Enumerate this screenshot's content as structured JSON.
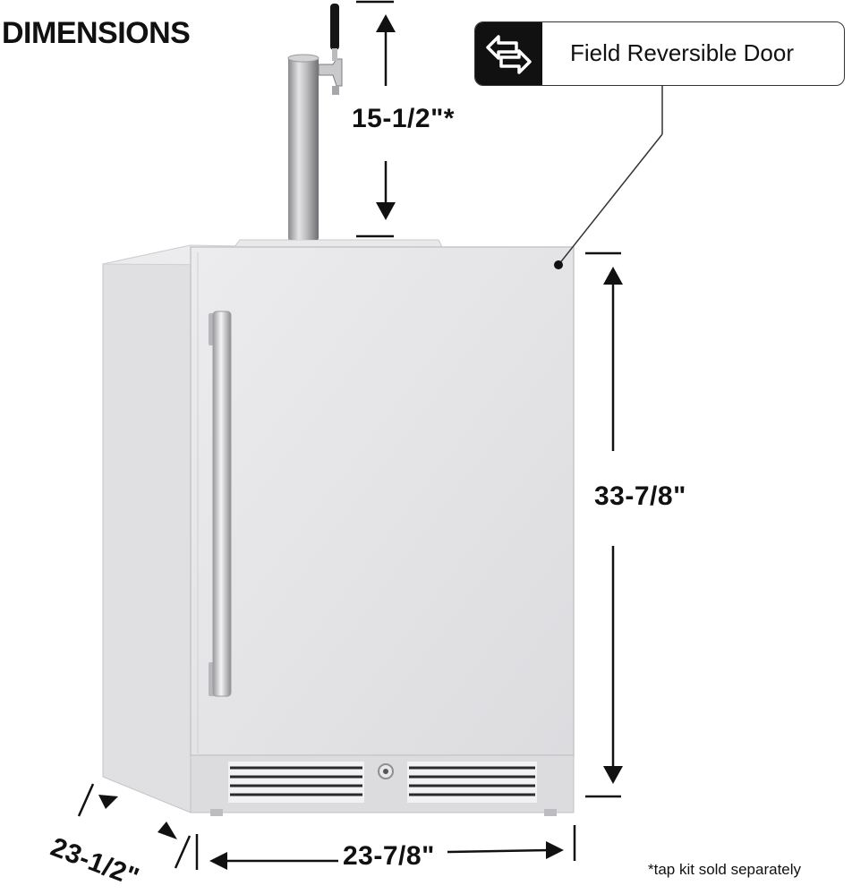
{
  "title": "DIMENSIONS",
  "callout": {
    "label": "Field Reversible Door",
    "icon": "reverse-arrows-icon"
  },
  "dimensions": {
    "tap_height": "15-1/2\"*",
    "unit_height": "33-7/8\"",
    "width": "23-7/8\"",
    "depth": "23-1/2\""
  },
  "footnote": "*tap kit sold separately",
  "colors": {
    "steel_light": "#e6e6e8",
    "steel_mid": "#d7d7da",
    "steel_dark": "#bdbdc1",
    "grille": "#2a2a2a",
    "callout_icon_bg": "#111111"
  }
}
